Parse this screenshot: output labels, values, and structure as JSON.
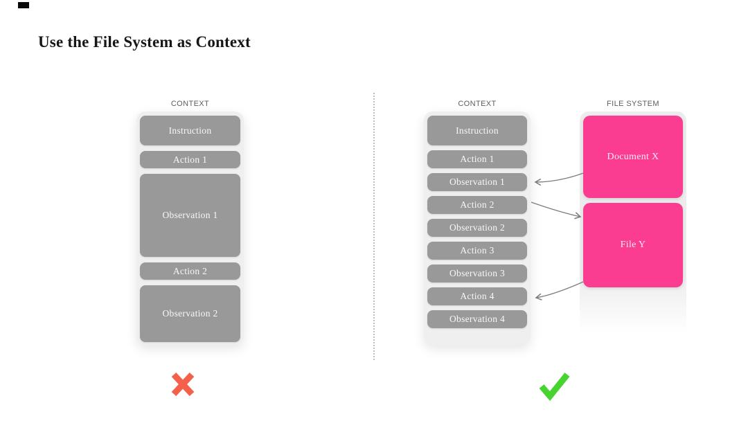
{
  "title": "Use the File System as Context",
  "left": {
    "label": "CONTEXT",
    "boxes": [
      "Instruction",
      "Action 1",
      "Observation 1",
      "Action 2",
      "Observation 2"
    ],
    "verdict": "cross"
  },
  "right": {
    "context": {
      "label": "CONTEXT",
      "boxes": [
        "Instruction",
        "Action 1",
        "Observation 1",
        "Action 2",
        "Observation 2",
        "Action 3",
        "Observation 3",
        "Action 4",
        "Observation 4"
      ]
    },
    "file_system": {
      "label": "FILE SYSTEM",
      "boxes": [
        "Document X",
        "File Y"
      ]
    },
    "verdict": "check"
  },
  "arrows": [
    {
      "from": "document-x",
      "to": "observation-1"
    },
    {
      "from": "action-2",
      "to": "file-y"
    },
    {
      "from": "file-y",
      "to": "action-4"
    }
  ],
  "colors": {
    "pink": "#fb3d92",
    "gray_box": "#999999",
    "panel_bg": "#efefef",
    "cross_red": "#f4604a",
    "check_green": "#48d430",
    "arrow_gray": "#7d7d7d"
  }
}
